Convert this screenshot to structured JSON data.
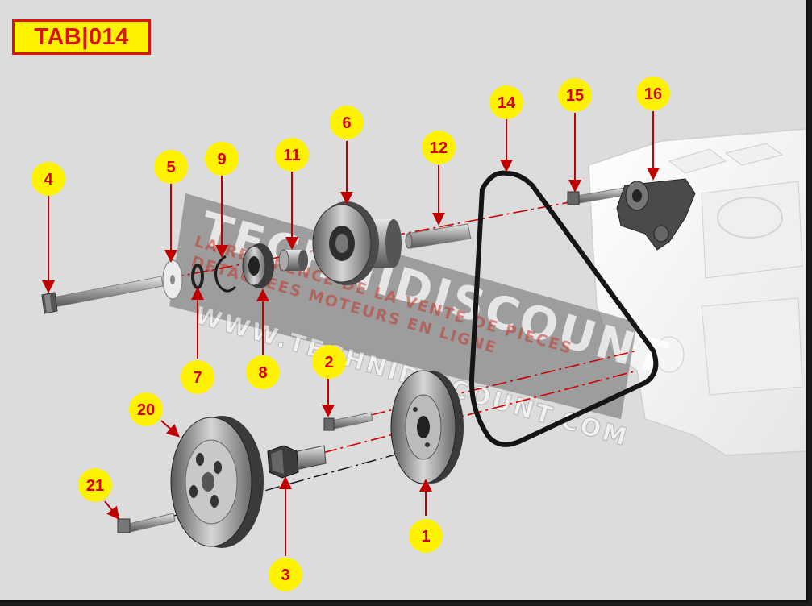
{
  "tab_code": "TAB|014",
  "watermark": {
    "brand": "TECHNIDISCOUNT",
    "tagline_1": "LA REFERENCE DE LA VENTE DE PIECES",
    "tagline_2": "DETACHEES MOTEURS EN LIGNE",
    "url": "WWW.TECHNIDISCOUNT.COM"
  },
  "callouts": [
    {
      "id": "1",
      "label": "1"
    },
    {
      "id": "2",
      "label": "2"
    },
    {
      "id": "3",
      "label": "3"
    },
    {
      "id": "4",
      "label": "4"
    },
    {
      "id": "5",
      "label": "5"
    },
    {
      "id": "6",
      "label": "6"
    },
    {
      "id": "7",
      "label": "7"
    },
    {
      "id": "8",
      "label": "8"
    },
    {
      "id": "9",
      "label": "9"
    },
    {
      "id": "11",
      "label": "11"
    },
    {
      "id": "12",
      "label": "12"
    },
    {
      "id": "14",
      "label": "14"
    },
    {
      "id": "15",
      "label": "15"
    },
    {
      "id": "16",
      "label": "16"
    },
    {
      "id": "20",
      "label": "20"
    },
    {
      "id": "21",
      "label": "21"
    }
  ],
  "colors": {
    "background": "#dcdcdc",
    "callout_fill": "#fff200",
    "callout_text": "#d40000",
    "arrow": "#c00000",
    "belt": "#111111",
    "metal_dark": "#3a3a3a",
    "metal_light": "#c8c8c8"
  }
}
